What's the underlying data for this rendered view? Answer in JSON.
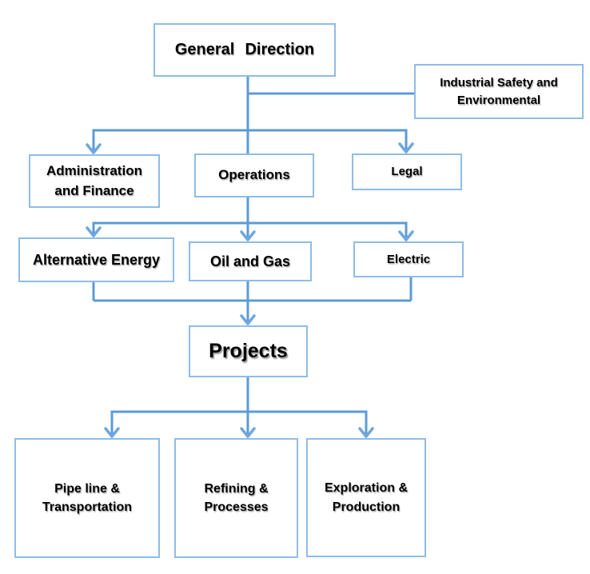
{
  "diagram": {
    "type": "org-chart",
    "colors": {
      "background": "#FFFFFF",
      "connector": "#5B9BD5",
      "arrowhead": "#6FA7DD",
      "box_border": "#8FBCE8",
      "text": "#000000"
    },
    "nodes": {
      "general_direction": {
        "label": "General Direction"
      },
      "industrial_safety": {
        "label": "Industrial Safety and Environmental"
      },
      "administration_finance": {
        "label": "Administration and Finance"
      },
      "operations": {
        "label": "Operations"
      },
      "legal": {
        "label": "Legal"
      },
      "alternative_energy": {
        "label": "Alternative Energy"
      },
      "oil_and_gas": {
        "label": "Oil and Gas"
      },
      "electric": {
        "label": "Electric"
      },
      "projects": {
        "label": "Projects"
      },
      "pipeline_transportation": {
        "label": "Pipe line & Transportation"
      },
      "refining_processes": {
        "label": "Refining & Processes"
      },
      "exploration_production": {
        "label": "Exploration & Production"
      }
    },
    "edges": [
      {
        "from": "general_direction",
        "to": "industrial_safety",
        "arrow": false
      },
      {
        "from": "general_direction",
        "to": "administration_finance",
        "arrow": true
      },
      {
        "from": "general_direction",
        "to": "operations",
        "arrow": false
      },
      {
        "from": "general_direction",
        "to": "legal",
        "arrow": true
      },
      {
        "from": "operations",
        "to": "alternative_energy",
        "arrow": true
      },
      {
        "from": "operations",
        "to": "oil_and_gas",
        "arrow": true
      },
      {
        "from": "operations",
        "to": "electric",
        "arrow": true
      },
      {
        "from": "alternative_energy",
        "to": "projects",
        "arrow": true
      },
      {
        "from": "oil_and_gas",
        "to": "projects",
        "arrow": true
      },
      {
        "from": "electric",
        "to": "projects",
        "arrow": true
      },
      {
        "from": "projects",
        "to": "pipeline_transportation",
        "arrow": true
      },
      {
        "from": "projects",
        "to": "refining_processes",
        "arrow": true
      },
      {
        "from": "projects",
        "to": "exploration_production",
        "arrow": true
      }
    ]
  }
}
